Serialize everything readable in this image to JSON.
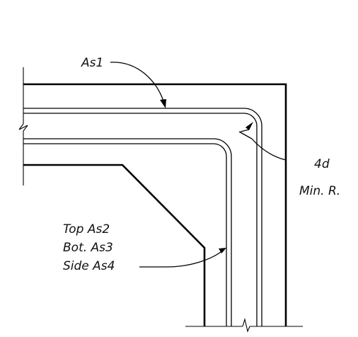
{
  "labels": {
    "as1": "As1",
    "dim_value": "4d",
    "dim_note": "Min. R.",
    "top_bar": "Top As2",
    "bot_bar": "Bot. As3",
    "side_bar": "Side As4"
  }
}
